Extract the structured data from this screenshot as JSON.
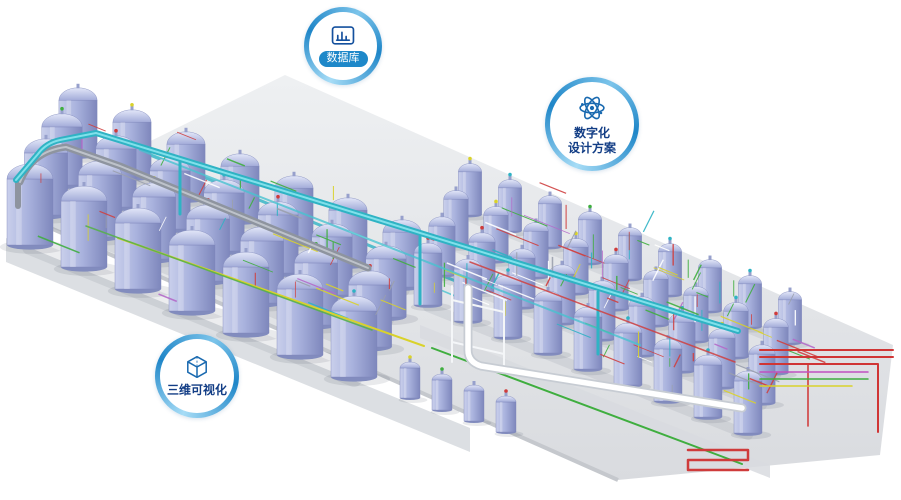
{
  "badges": {
    "database": {
      "label": "数据库",
      "icon": "bar-chart-icon"
    },
    "digital_design": {
      "lines": [
        "数字化",
        "设计方案"
      ],
      "icon": "atom-icon"
    },
    "three_d": {
      "label": "三维可视化",
      "icon": "cube-3d-icon"
    }
  },
  "scene": {
    "colors": {
      "accent_blue": "#1f86c8",
      "ring_light_blue": "#a6dcf6",
      "label_navy": "#123d85",
      "tank_lavender": "#aab3de",
      "pipe_teal": "#2fb3c4",
      "pipe_white": "#ffffff",
      "pipe_red": "#cf3b3b",
      "pipe_green": "#3fae3f",
      "pipe_yellow": "#d9d22b",
      "platform_gray": "#dcdee2",
      "background": "#ffffff"
    }
  }
}
